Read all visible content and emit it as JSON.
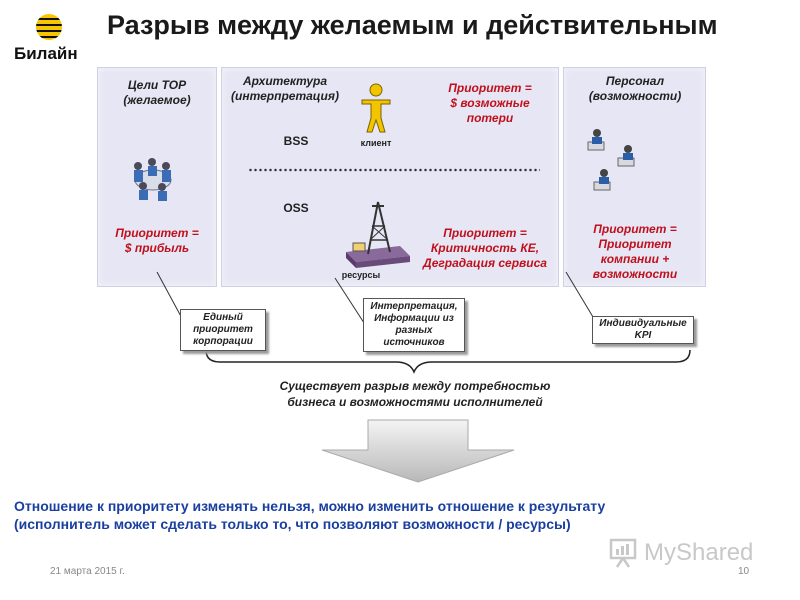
{
  "header": {
    "logo_text": "Билайн",
    "title": "Разрыв между желаемым и действительным"
  },
  "panel_goals": {
    "heading": "Цели ТОР\n(желаемое)",
    "priority": "Приоритет =\n$ прибыль"
  },
  "panel_arch": {
    "heading": "Архитектура\n(интерпретация)",
    "bss": "BSS",
    "oss": "OSS",
    "client_label": "клиент",
    "resources_label": "ресурсы",
    "priority_top": "Приоритет =\n$ возможные\nпотери",
    "priority_bottom": "Приоритет =\nКритичность КЕ,\nДеградация сервиса"
  },
  "panel_staff": {
    "heading": "Персонал\n(возможности)",
    "priority": "Приоритет =\nПриоритет\nкомпании +\nвозможности"
  },
  "callouts": {
    "single_priority": "Единый\nприоритет\nкорпорации",
    "interpretation": "Интерпретация,\nИнформации из\nразных\nисточников",
    "kpi": "Индивидуальные\nKPI"
  },
  "gap_text": "Существует разрыв между потребностью\nбизнеса и возможностями исполнителей",
  "conclusion": {
    "line1": "Отношение к приоритету изменять нельзя, можно изменить отношение к результату",
    "line2": "(исполнитель может сделать только то, что позволяют возможности / ресурсы)"
  },
  "footer": {
    "date": "21 марта 2015 г.",
    "page": "10"
  },
  "watermark": "MyShared",
  "colors": {
    "accent_red": "#c0101c",
    "conclusion_blue": "#1a3fa0",
    "panel_bg": "#e6e6f4",
    "brand_yellow": "#f7c600"
  }
}
